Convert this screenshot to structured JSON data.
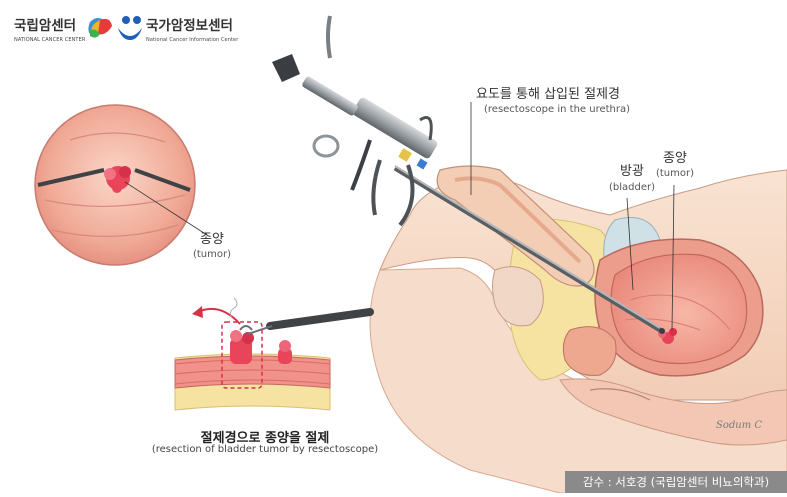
{
  "logos": {
    "ncc": {
      "name": "국립암센터",
      "sub": "NATIONAL CANCER CENTER"
    },
    "cic": {
      "name": "국가암정보센터",
      "sub": "National Cancer Information Center"
    }
  },
  "labels": {
    "resectoscope": {
      "ko": "요도를 통해 삽입된 절제경",
      "en": "(resectoscope in the urethra)"
    },
    "bladder": {
      "ko": "방광",
      "en": "(bladder)"
    },
    "tumor_right": {
      "ko": "종양",
      "en": "(tumor)"
    },
    "tumor_left": {
      "ko": "종양",
      "en": "(tumor)"
    }
  },
  "caption": {
    "ko": "절제경으로 종양을 절제",
    "en": "(resection of bladder tumor by resectoscope)"
  },
  "footer": "감수 : 서호경 (국립암센터 비뇨의학과)",
  "signature": "Sodum C",
  "colors": {
    "skin": "#f7d9c4",
    "flesh": "#f2a98f",
    "muscle": "#e98a83",
    "tumor": "#e8455b",
    "instrument": "#8f9499",
    "fat": "#f6e3a2",
    "footer_bg": "#8a8a8a"
  }
}
